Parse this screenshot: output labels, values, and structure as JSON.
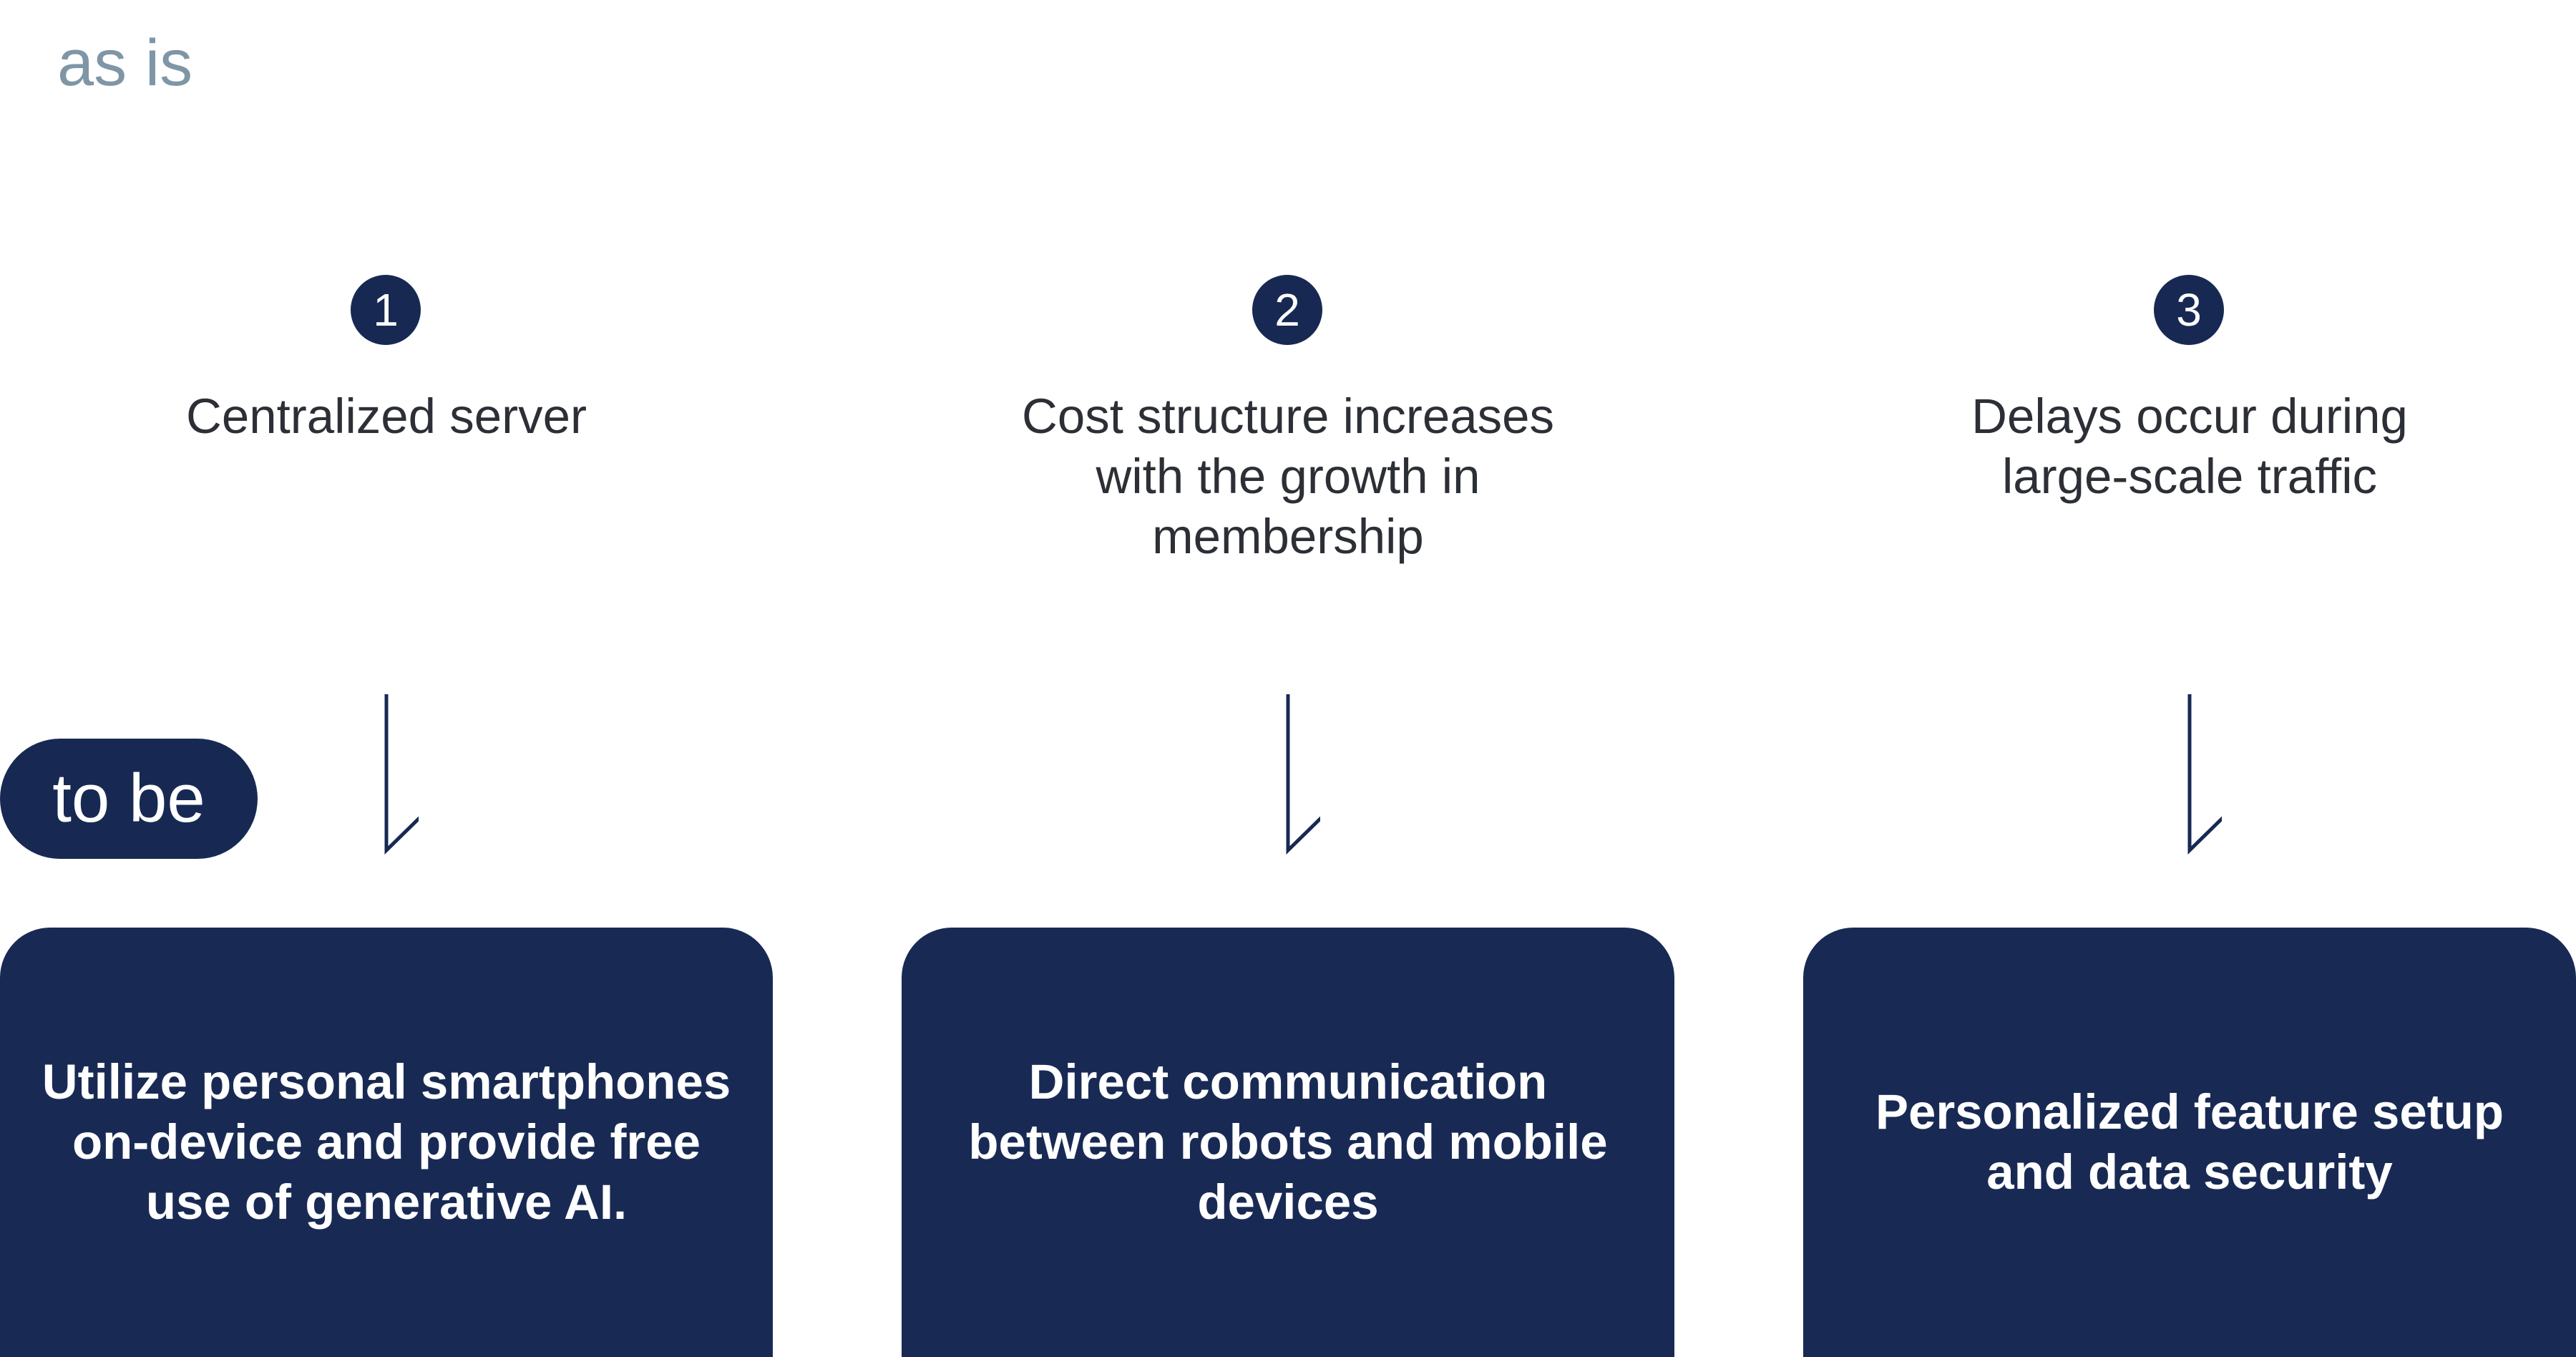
{
  "header": {
    "as_is_label": "as is",
    "to_be_label": "to be"
  },
  "columns": [
    {
      "step": "1",
      "problem": "Centralized server",
      "solution": "Utilize personal smartphones on-device and provide free use of generative AI."
    },
    {
      "step": "2",
      "problem": "Cost structure increases with the growth in membership",
      "solution": "Direct communication between robots and mobile devices"
    },
    {
      "step": "3",
      "problem": "Delays occur during large-scale traffic",
      "solution": "Personalized feature setup and data security"
    }
  ],
  "colors": {
    "navy": "#172953",
    "as_is_gray": "#7f96a6",
    "text_dark": "#2c2f36"
  },
  "icons": {
    "arrow": "arrow-down-icon"
  }
}
